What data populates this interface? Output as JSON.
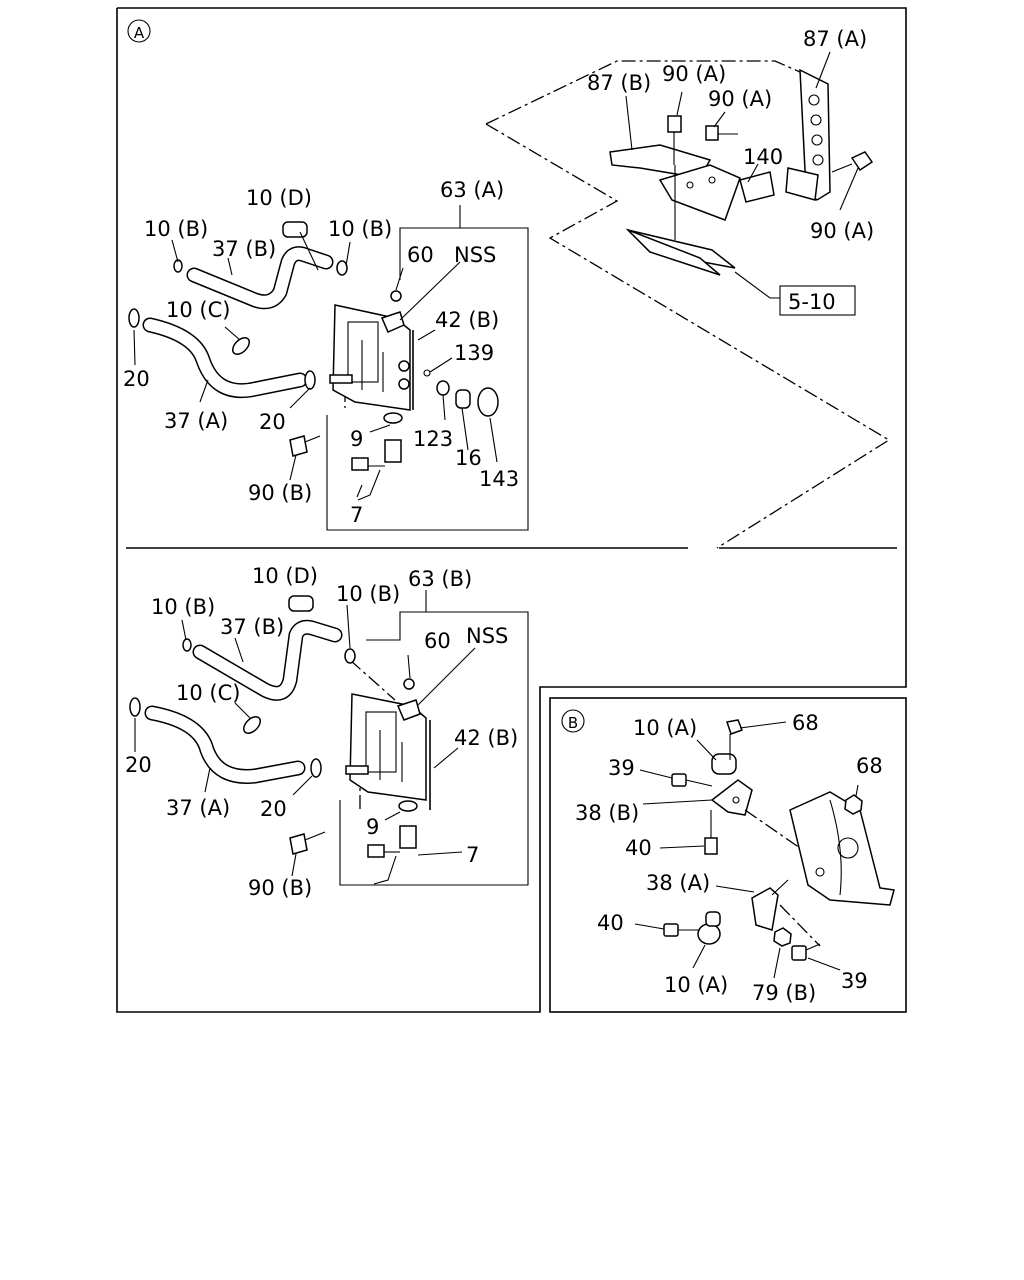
{
  "section_a": {
    "marker": "A",
    "upper": {
      "labels": {
        "p87a": "87 (A)",
        "p87b": "87 (B)",
        "p90a_1": "90 (A)",
        "p90a_2": "90 (A)",
        "p140": "140",
        "p90a_3": "90 (A)",
        "p5_10": "5-10",
        "p10d": "10 (D)",
        "p10b_1": "10 (B)",
        "p10b_2": "10 (B)",
        "p63a": "63 (A)",
        "p37b": "37 (B)",
        "p60": "60",
        "nss": "NSS",
        "p42b": "42 (B)",
        "p10c": "10 (C)",
        "p139": "139",
        "p20_1": "20",
        "p20_2": "20",
        "p37a": "37 (A)",
        "p9": "9",
        "p123": "123",
        "p16": "16",
        "p143": "143",
        "p90b": "90 (B)",
        "p7": "7"
      }
    },
    "lower": {
      "labels": {
        "p10d": "10 (D)",
        "p10b_1": "10 (B)",
        "p10b_2": "10 (B)",
        "p63b": "63 (B)",
        "p37b": "37 (B)",
        "p60": "60",
        "nss": "NSS",
        "p10c": "10 (C)",
        "p42b": "42 (B)",
        "p20_1": "20",
        "p20_2": "20",
        "p37a": "37 (A)",
        "p9": "9",
        "p7": "7",
        "p90b": "90 (B)"
      }
    }
  },
  "section_b": {
    "marker": "B",
    "labels": {
      "p10a_1": "10 (A)",
      "p68_1": "68",
      "p68_2": "68",
      "p39_1": "39",
      "p38b": "38 (B)",
      "p40_1": "40",
      "p38a": "38 (A)",
      "p40_2": "40",
      "p10a_2": "10 (A)",
      "p79b": "79 (B)",
      "p39_2": "39"
    }
  }
}
